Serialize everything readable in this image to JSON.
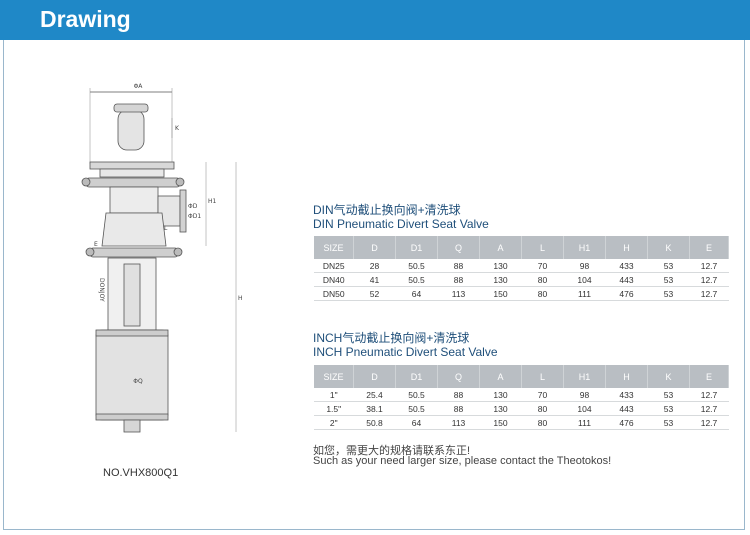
{
  "header": {
    "title": "Drawing"
  },
  "drawing": {
    "model": "NO.VHX800Q1",
    "brand": "DONJOY",
    "dims": {
      "a": "ΦA",
      "k": "K",
      "h1": "H1",
      "h": "H",
      "l": "L",
      "e": "E",
      "d": "ΦD",
      "d1": "ΦD1",
      "q": "ΦQ"
    }
  },
  "din": {
    "title_cn": "DIN气动截止换向阀+清洗球",
    "title_en": "DIN Pneumatic Divert Seat Valve",
    "headers": [
      "SIZE",
      "D",
      "D1",
      "Q",
      "A",
      "L",
      "H1",
      "H",
      "K",
      "E"
    ],
    "rows": [
      [
        "DN25",
        "28",
        "50.5",
        "88",
        "130",
        "70",
        "98",
        "433",
        "53",
        "12.7"
      ],
      [
        "DN40",
        "41",
        "50.5",
        "88",
        "130",
        "80",
        "104",
        "443",
        "53",
        "12.7"
      ],
      [
        "DN50",
        "52",
        "64",
        "113",
        "150",
        "80",
        "111",
        "476",
        "53",
        "12.7"
      ]
    ]
  },
  "inch": {
    "title_cn": "INCH气动截止换向阀+清洗球",
    "title_en": "INCH Pneumatic Divert Seat Valve",
    "headers": [
      "SIZE",
      "D",
      "D1",
      "Q",
      "A",
      "L",
      "H1",
      "H",
      "K",
      "E"
    ],
    "rows": [
      [
        "1\"",
        "25.4",
        "50.5",
        "88",
        "130",
        "70",
        "98",
        "433",
        "53",
        "12.7"
      ],
      [
        "1.5\"",
        "38.1",
        "50.5",
        "88",
        "130",
        "80",
        "104",
        "443",
        "53",
        "12.7"
      ],
      [
        "2\"",
        "50.8",
        "64",
        "113",
        "150",
        "80",
        "111",
        "476",
        "53",
        "12.7"
      ]
    ]
  },
  "note": {
    "cn": "如您，需更大的规格请联系东正!",
    "en": "Such as your need larger size, please contact the Theotokos!"
  }
}
